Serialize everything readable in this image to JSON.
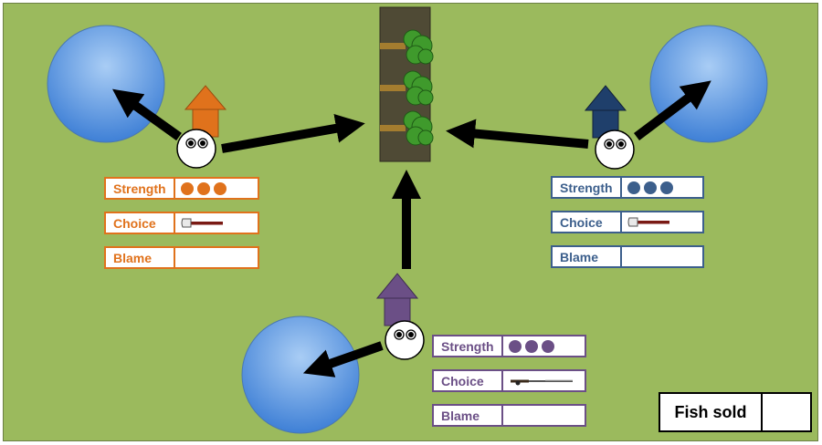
{
  "colors": {
    "orange": "#e0721c",
    "blue": "#3c5f8c",
    "purple": "#6b4f86",
    "grass": "#9bba5d",
    "pond": "#6aa0e0",
    "tree_trunk": "#4f4a35",
    "tree_leaves": "#3f9a2c"
  },
  "players": [
    {
      "id": "orange",
      "strength_label": "Strength",
      "strength": 3,
      "choice_label": "Choice",
      "choice_icon": "axe-icon",
      "blame_label": "Blame",
      "blame": ""
    },
    {
      "id": "blue",
      "strength_label": "Strength",
      "strength": 3,
      "choice_label": "Choice",
      "choice_icon": "axe-icon",
      "blame_label": "Blame",
      "blame": ""
    },
    {
      "id": "purple",
      "strength_label": "Strength",
      "strength": 3,
      "choice_label": "Choice",
      "choice_icon": "fishing-rod-icon",
      "blame_label": "Blame",
      "blame": ""
    }
  ],
  "fish_sold": {
    "label": "Fish sold",
    "value": ""
  }
}
